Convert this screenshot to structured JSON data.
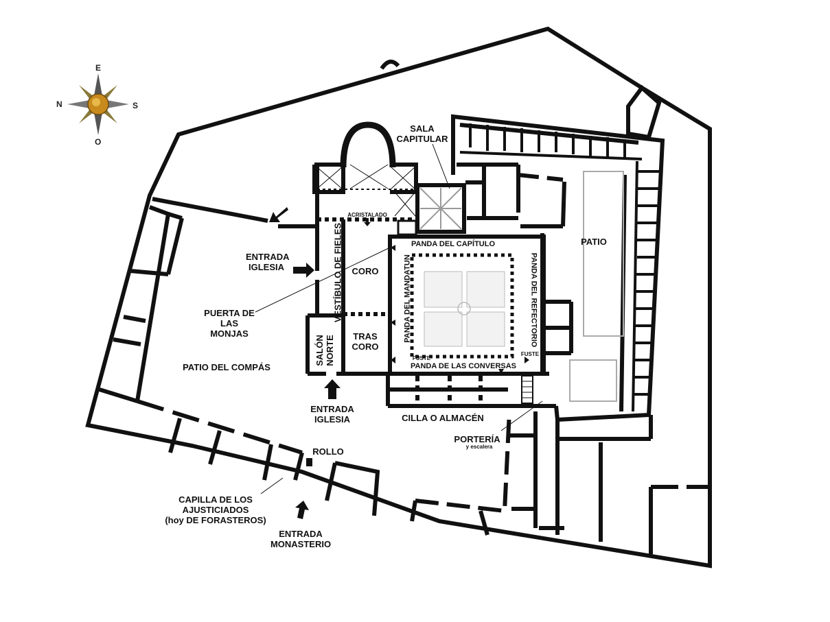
{
  "compass": {
    "n": "N",
    "s": "S",
    "e": "E",
    "o": "O"
  },
  "labels": {
    "sala_capitular": "SALA\nCAPITULAR",
    "acristalado": "ACRISTALADO",
    "entrada_iglesia_oeste": "ENTRADA\nIGLESIA",
    "vestibulo_fieles": "VESTÍBULO DE FIELES",
    "coro": "CORO",
    "trascoro": "TRAS\nCORO",
    "salon_norte": "SALÓN\nNORTE",
    "panda_capitulo": "PANDA DEL CAPÍTULO",
    "panda_mandatun": "PANDA DEL MANDATUN",
    "panda_refectorio": "PANDA DEL REFECTORIO",
    "panda_conversas": "PANDA DE LAS CONVERSAS",
    "fuste_1": "FUSTE",
    "fuste_2": "FUSTE",
    "patio": "PATIO",
    "puerta_monjas": "PUERTA DE\nLAS MONJAS",
    "patio_compas": "PATIO DEL COMPÁS",
    "entrada_iglesia_sur": "ENTRADA\nIGLESIA",
    "cilla": "CILLA O ALMACÉN",
    "porteria": "PORTERÍA",
    "porteria_sub": "y escalera",
    "rollo": "ROLLO",
    "capilla": "CAPILLA DE LOS\nAJUSTICIADOS\n(hoy DE FORASTEROS)",
    "entrada_monasterio": "ENTRADA\nMONASTERIO"
  }
}
